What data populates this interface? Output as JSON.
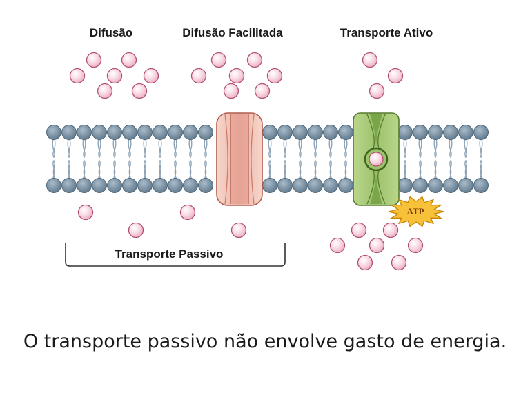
{
  "labels": {
    "diffusion": "Difusão",
    "facilitated": "Difusão Facilitada",
    "active": "Transporte Ativo",
    "passive": "Transporte Passivo",
    "atp": "ATP"
  },
  "caption": "O transporte passivo não envolve gasto de energia.",
  "colors": {
    "lipid_head": "#6e879b",
    "lipid_tail": "#8fa4b6",
    "particle_fill": "#f4c9d6",
    "particle_stroke": "#b0506f",
    "channel_fill": "#f1c2b5",
    "channel_stroke": "#b05a4a",
    "pump_fill": "#a8c97a",
    "pump_stroke": "#557a2e",
    "atp_fill": "#f7c23a",
    "atp_stroke": "#c88400"
  }
}
